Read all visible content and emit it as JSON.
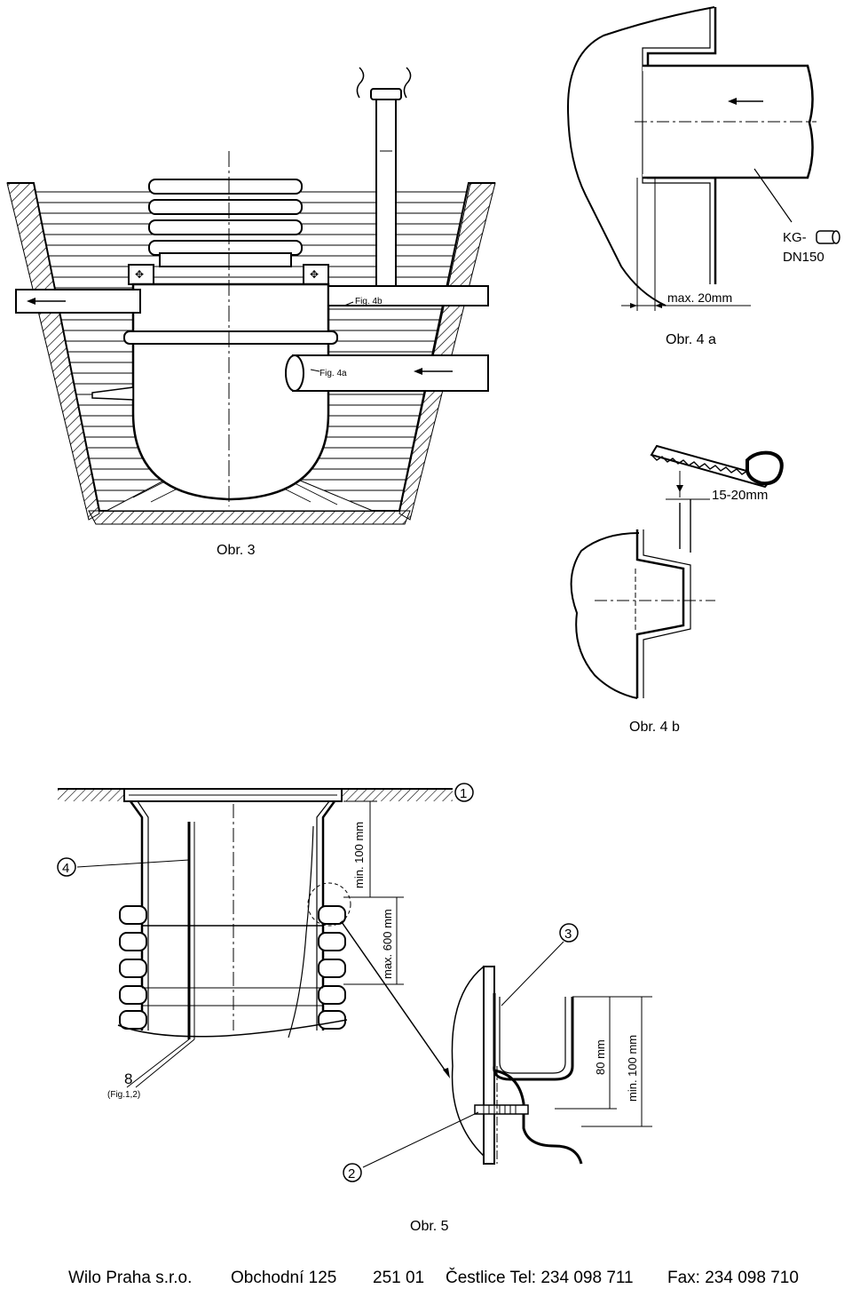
{
  "figures": {
    "obr3": {
      "caption": "Obr. 3",
      "label_fig4b": "Fig. 4b",
      "label_fig4a": "Fig. 4a"
    },
    "obr4a": {
      "caption": "Obr. 4 a",
      "label_pipe": "KG-",
      "label_dn": "DN150",
      "label_max": "max. 20mm"
    },
    "obr4b": {
      "caption": "Obr. 4 b",
      "label_cut": "15-20mm"
    },
    "obr5": {
      "caption": "Obr. 5",
      "label_min100": "min. 100 mm",
      "label_max600": "max. 600 mm",
      "label_80": "80 mm",
      "label_min100b": "min. 100 mm",
      "callout_1": "1",
      "callout_2": "2",
      "callout_3": "3",
      "callout_4": "4",
      "callout_8": "8",
      "callout_8_sub": "(Fig.1,2)"
    }
  },
  "footer": {
    "company": "Wilo Praha s.r.o.",
    "street": "Obchodní 125",
    "zip": "251 01",
    "city_tel": "Čestlice Tel: 234 098 711",
    "fax": "Fax: 234 098 710"
  }
}
